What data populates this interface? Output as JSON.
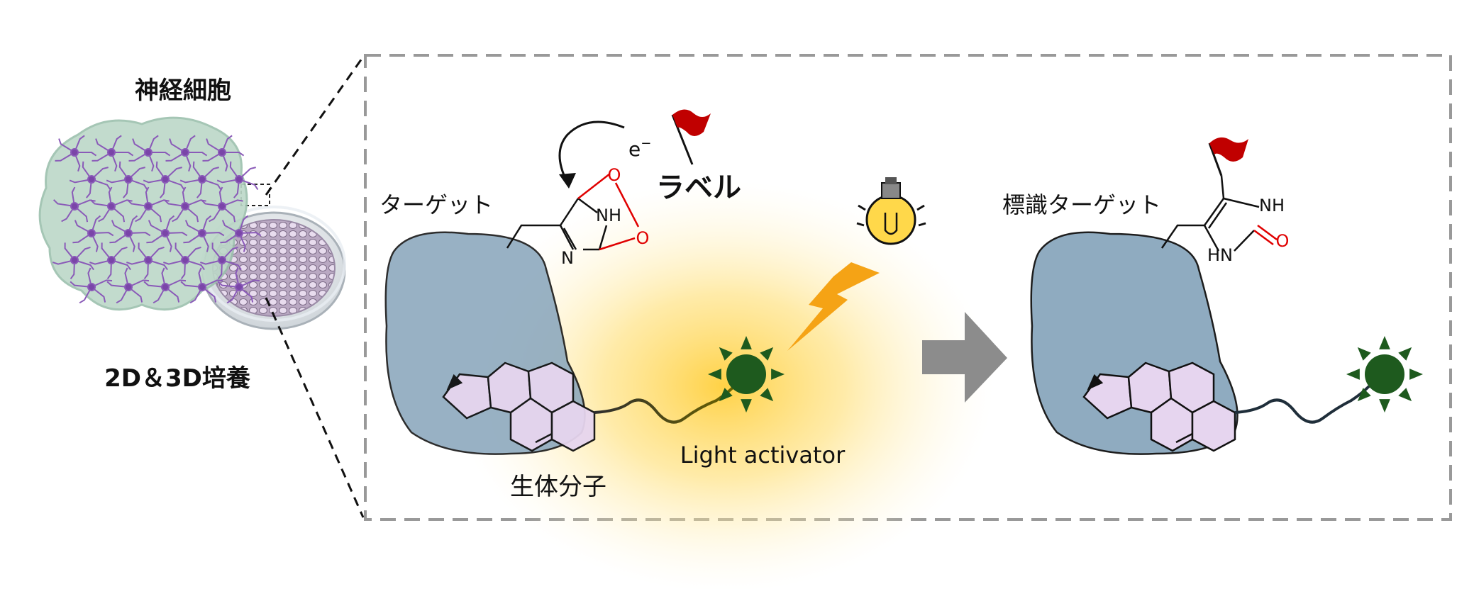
{
  "left_panel": {
    "cells_title": "神経細胞",
    "culture_label": "2D＆3D培養"
  },
  "before": {
    "target_label": "ターゲット",
    "label_text": "ラベル",
    "electron": "e",
    "electron_sup": "−",
    "nh": "NH",
    "n": "N",
    "o_top": "O",
    "o_bottom": "O",
    "biomolecule_label": "生体分子",
    "activator_label": "Light activator"
  },
  "after": {
    "labeled_target_label": "標識ターゲット",
    "nh": "NH",
    "hn": "HN",
    "o": "O"
  },
  "colors": {
    "target_blue": "#8aa7bd",
    "steroid_fill": "#e6d5ef",
    "activator_green": "#1e5a1e",
    "flag_red": "#c00000",
    "bond_red": "#e00000",
    "lightning": "#f5a315",
    "bulb_yellow": "#ffd84a",
    "arrow_gray": "#8c8c8c",
    "dash_gray": "#999999",
    "neuron_purple": "#8a5ab8",
    "cell_green": "#bcd8c8"
  }
}
